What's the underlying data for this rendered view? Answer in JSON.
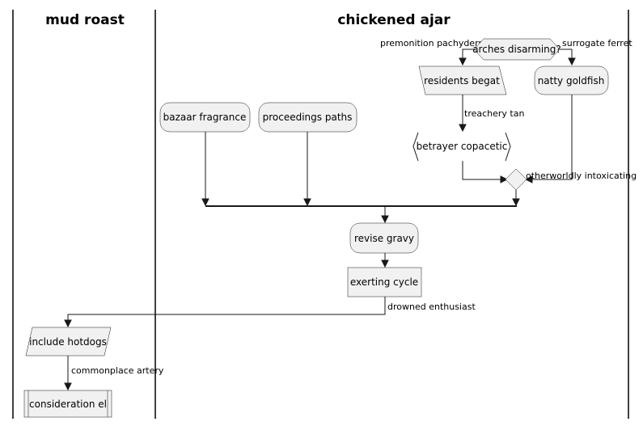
{
  "lanes": [
    {
      "title": "mud roast"
    },
    {
      "title": "chickened ajar"
    }
  ],
  "nodes": {
    "arches_disarming": "arches disarming?",
    "residents_begat": "residents begat",
    "natty_goldfish": "natty goldfish",
    "bazaar_fragrance": "bazaar fragrance",
    "proceedings_paths": "proceedings paths",
    "betrayer_copacetic": "betrayer copacetic",
    "revise_gravy": "revise gravy",
    "exerting_cycle": "exerting cycle",
    "include_hotdogs": "include hotdogs",
    "consideration_el": "consideration el"
  },
  "edges": {
    "premonition_pachyderm": "premonition pachyderm",
    "surrogate_ferret": "surrogate ferret",
    "treachery_tan": "treachery tan",
    "otherworldly_intoxicating": "otherworldly intoxicating",
    "drowned_enthusiast": "drowned enthusiast",
    "commonplace_artery": "commonplace artery"
  }
}
